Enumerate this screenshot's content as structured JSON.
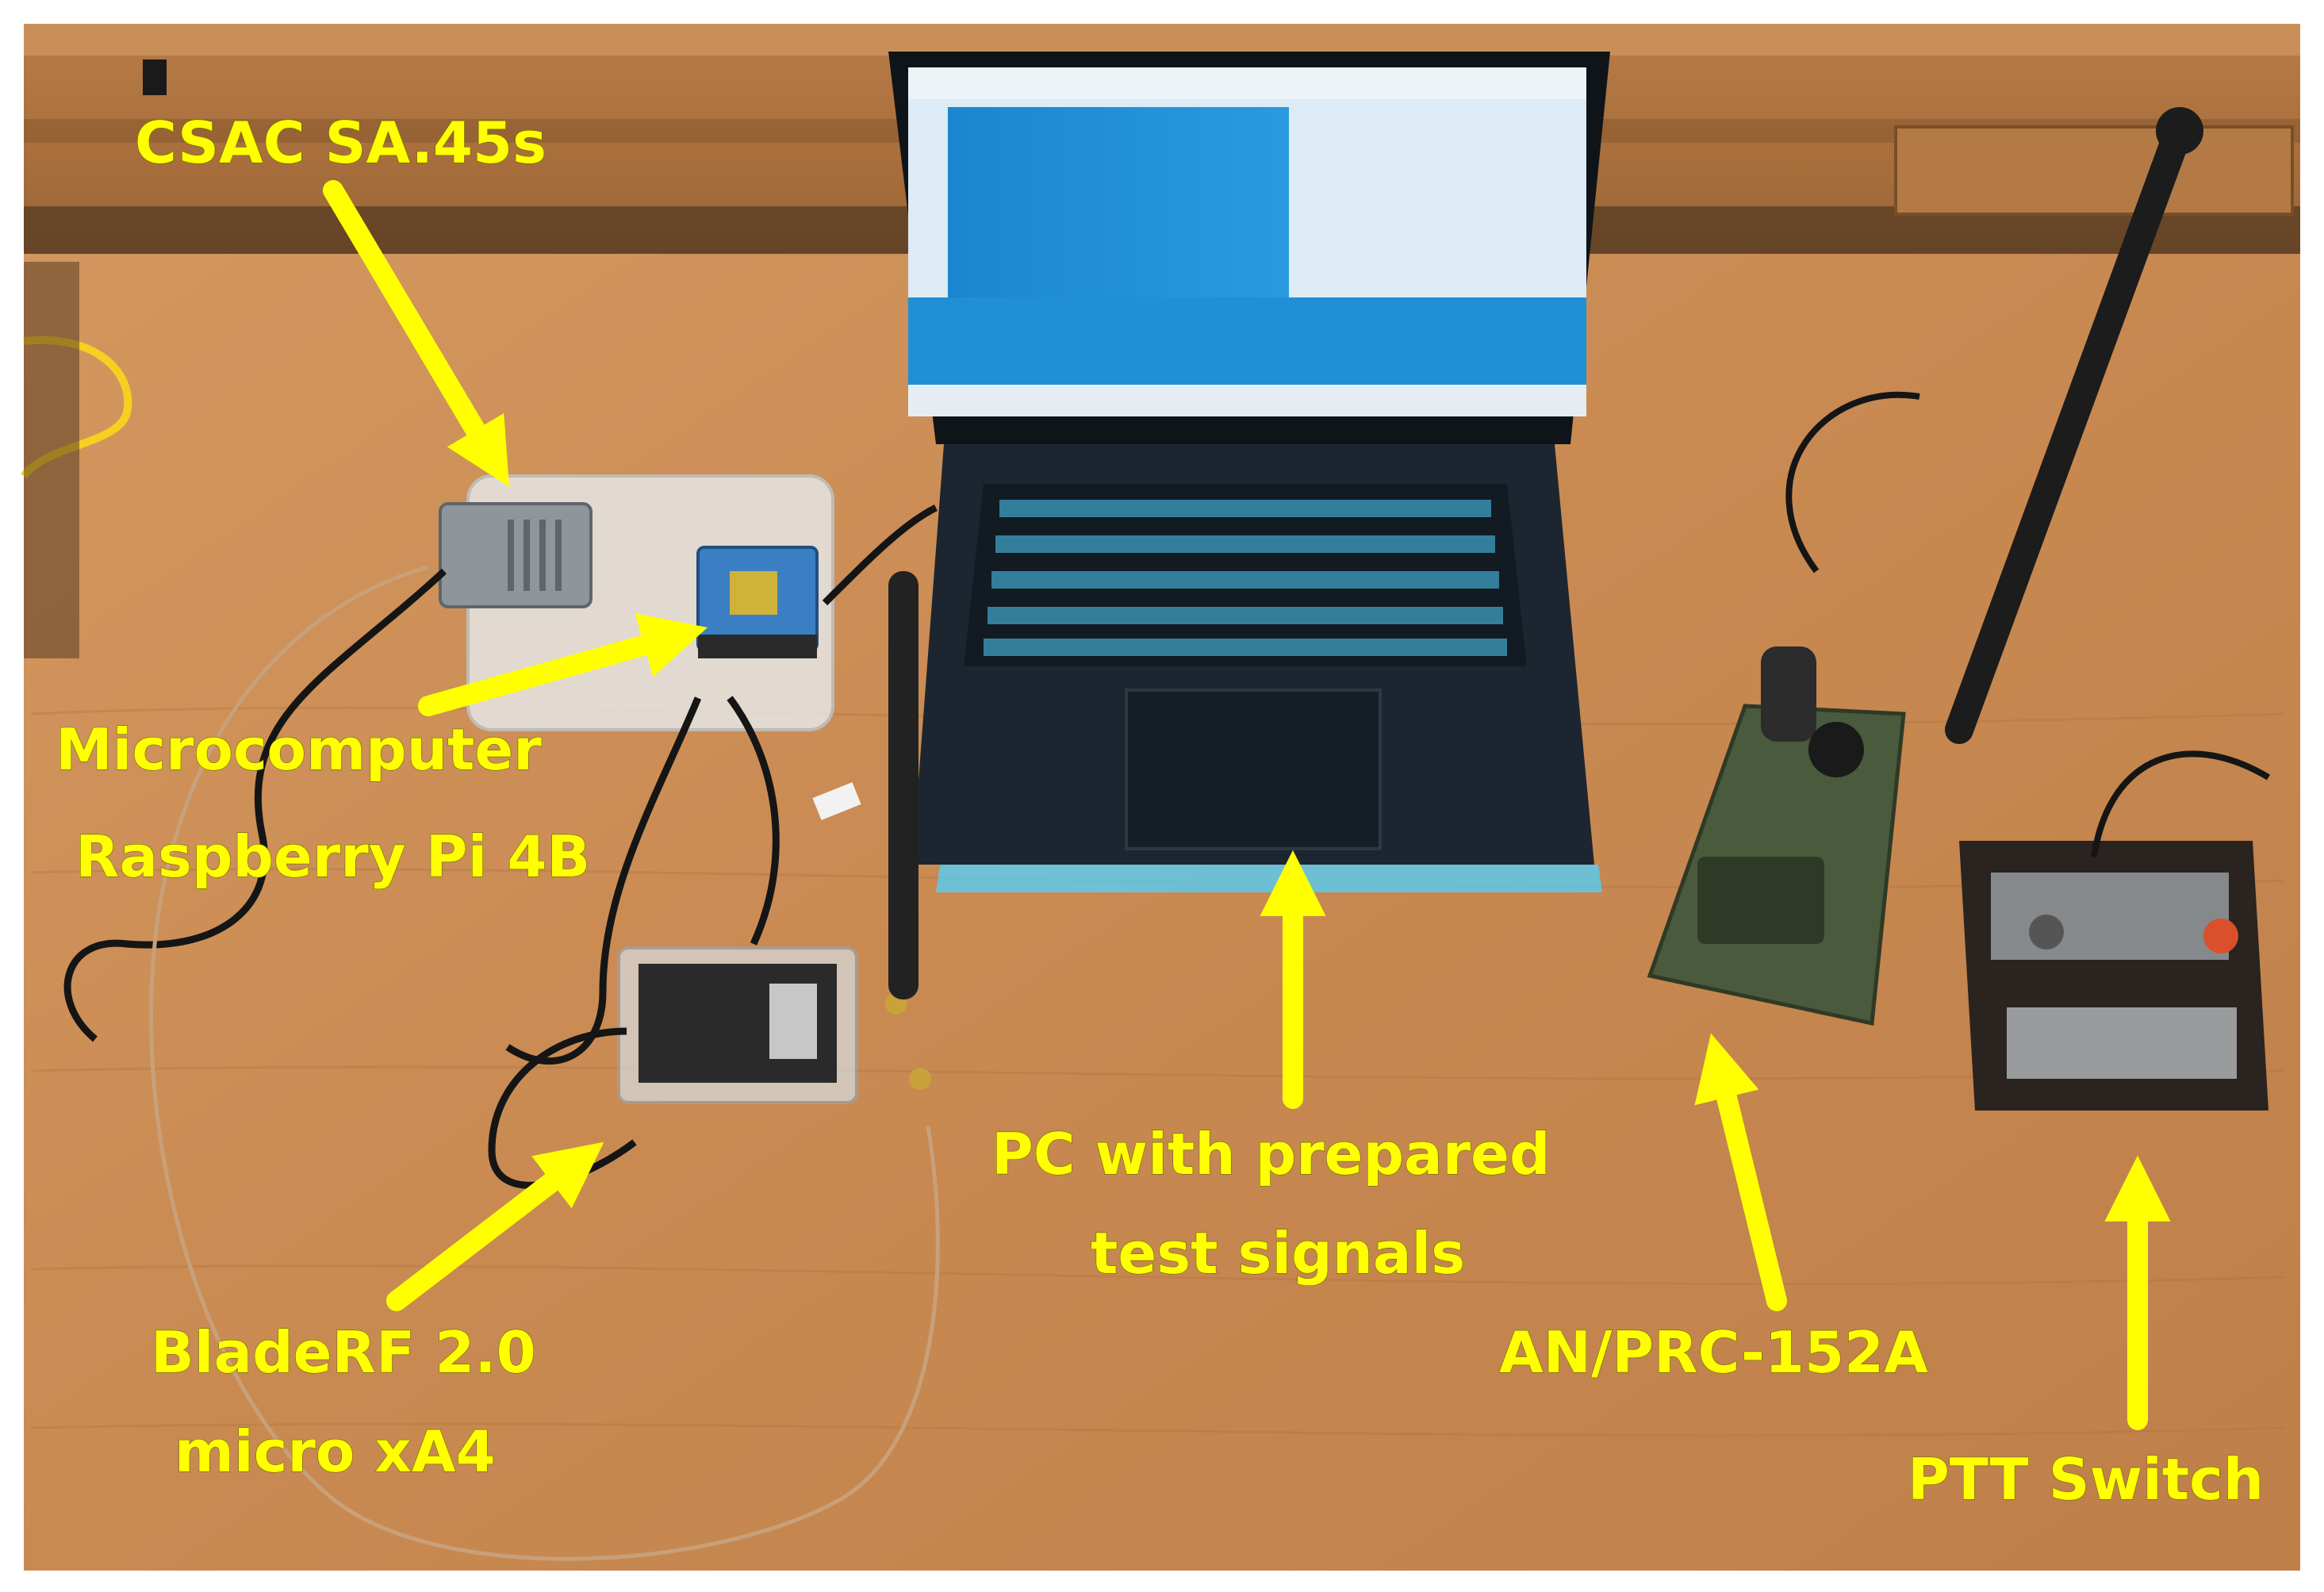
{
  "photo": {
    "colors": {
      "label": "#ffff00",
      "table": "#c98a52",
      "desk_back": "#a9703f",
      "screen_blue": "#1f8fd6",
      "screen_white": "#dcebf5",
      "laptop_body": "#1d2630",
      "keyboard_glow": "#4fd2ff",
      "radio_green": "#4a5a3c",
      "switch_box": "#2a2320",
      "sdr_pcb": "#2a2a2a",
      "csac_gray": "#8e969c",
      "rpi_blue": "#3a7fc4"
    },
    "labels": {
      "csac": "CSAC SA.45s",
      "microcomputer_line1": "Microcomputer",
      "microcomputer_line2": "Raspberry Pi 4B",
      "pc_line1": "PC with prepared",
      "pc_line2": "test signals",
      "bladerf_line1": "BladeRF 2.0",
      "bladerf_line2": "micro xA4",
      "radio": "AN/PRC-152A",
      "ptt": "PTT Switch"
    }
  }
}
